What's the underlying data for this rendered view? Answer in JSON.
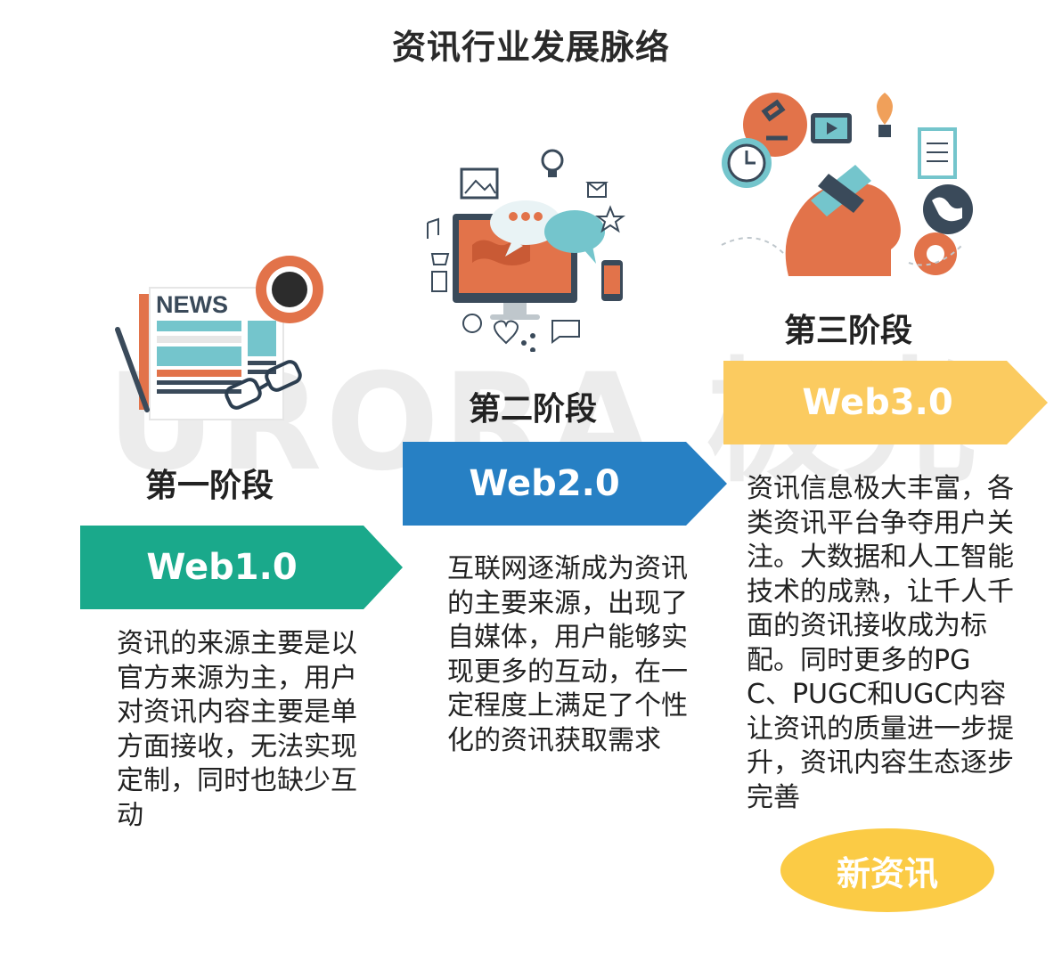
{
  "title": "资讯行业发展脉络",
  "watermark": "URORA 极光",
  "stages": [
    {
      "label": "第一阶段",
      "web": "Web1.0",
      "color": "#1aa98b",
      "description": "资讯的来源主要是以官方来源为主，用户对资讯内容主要是单方面接收，无法实现定制，同时也缺少互动"
    },
    {
      "label": "第二阶段",
      "web": "Web2.0",
      "color": "#2780c4",
      "description": "互联网逐渐成为资讯的主要来源，出现了自媒体，用户能够实现更多的互动，在一定程度上满足了个性化的资讯获取需求"
    },
    {
      "label": "第三阶段",
      "web": "Web3.0",
      "color": "#fbcb60",
      "description": "资讯信息极大丰富，各类资讯平台争夺用户关注。大数据和人工智能技术的成熟，让千人千面的资讯接收成为标配。同时更多的PGC、PUGC和UGC内容让资讯的质量进一步提升，资讯内容生态逐步完善"
    }
  ],
  "newspaper_heading": "NEWS",
  "badge": "新资讯",
  "colors": {
    "orange": "#e2734a",
    "teal": "#74c5cc",
    "dark": "#3a4a5a",
    "yellow": "#fbcb45"
  }
}
